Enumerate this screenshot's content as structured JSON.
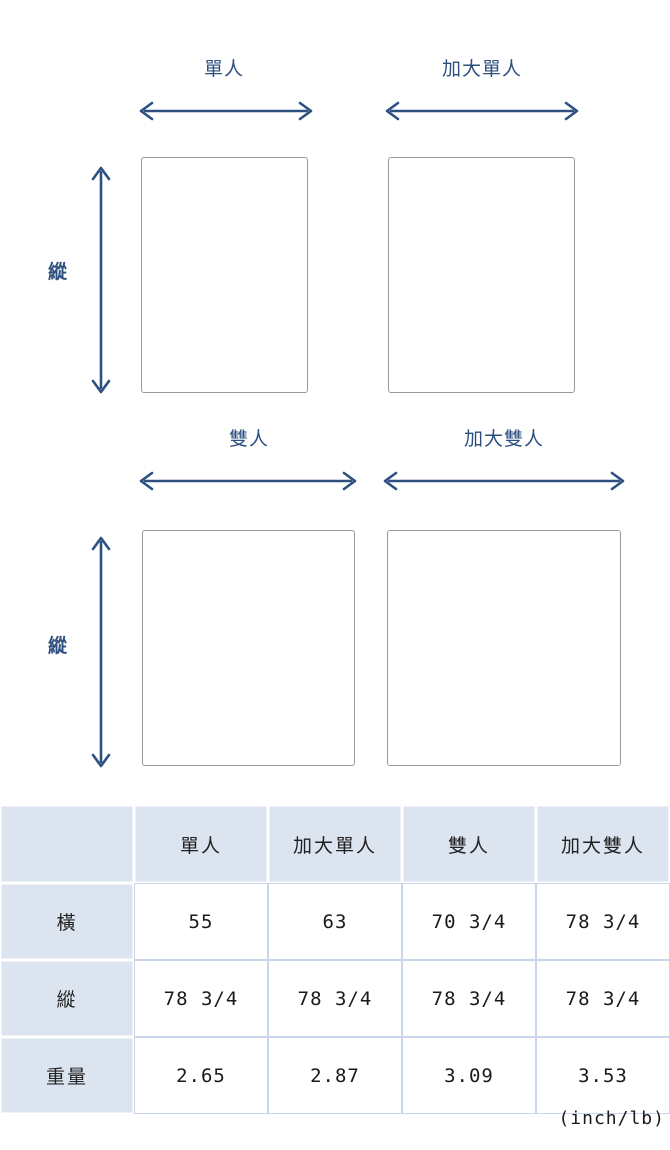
{
  "diagram": {
    "vertical_axis_label_top": "縱",
    "vertical_axis_label_bottom": "縱",
    "beds": [
      {
        "label": "單人",
        "row": 1,
        "col": 1
      },
      {
        "label": "加大單人",
        "row": 1,
        "col": 2
      },
      {
        "label": "雙人",
        "row": 2,
        "col": 1
      },
      {
        "label": "加大雙人",
        "row": 2,
        "col": 2
      }
    ],
    "arrow_color": "#2e5081",
    "box_border_color": "#9a9a9a"
  },
  "table": {
    "corner_label": "",
    "columns": [
      "單人",
      "加大單人",
      "雙人",
      "加大雙人"
    ],
    "rows": [
      {
        "head": "橫",
        "values": [
          "55",
          "63",
          "70  3/4",
          "78  3/4"
        ]
      },
      {
        "head": "縱",
        "values": [
          "78  3/4",
          "78  3/4",
          "78  3/4",
          "78  3/4"
        ]
      },
      {
        "head": "重量",
        "values": [
          "2.65",
          "2.87",
          "3.09",
          "3.53"
        ]
      }
    ],
    "header_bg": "#dce4f0",
    "border_color": "#c9d6ea"
  },
  "footer": {
    "unit_note": "(inch/lb)"
  }
}
